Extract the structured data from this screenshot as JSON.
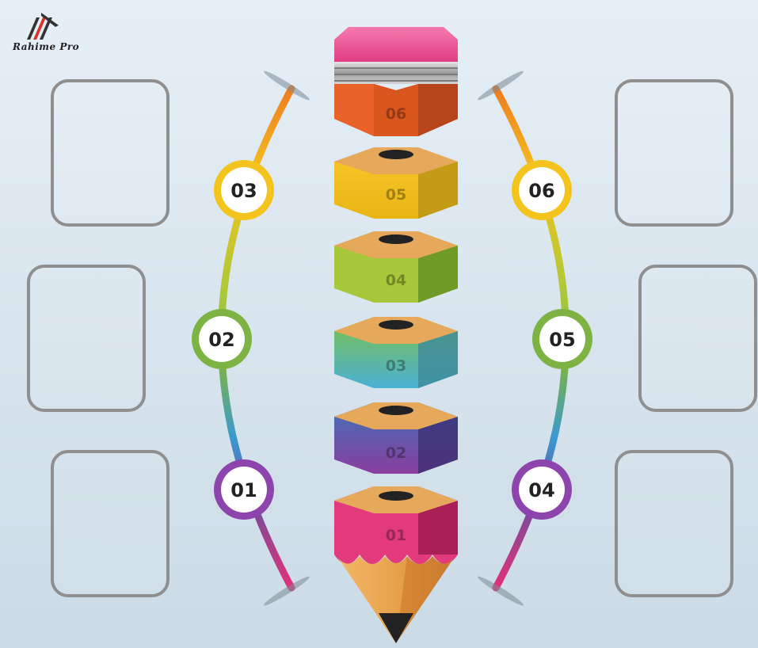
{
  "logo": {
    "text": "Rahime Pro",
    "icon": "triple-slash-roof-logo-icon"
  },
  "segments": [
    {
      "label": "06",
      "part": "eraser",
      "color": "#e8622a",
      "side": "#b6451b"
    },
    {
      "label": "05",
      "part": "hex",
      "color": "#f5c424",
      "side": "#c49b14"
    },
    {
      "label": "04",
      "part": "hex",
      "color": "#b9cf3a",
      "side": "#80a02a"
    },
    {
      "label": "03",
      "part": "hex",
      "color": "#57b7b8",
      "side": "#3d8a9a"
    },
    {
      "label": "02",
      "part": "hex",
      "color": "#6a4f9e",
      "side": "#4a3a80"
    },
    {
      "label": "01",
      "part": "tip",
      "color": "#e23a7d",
      "side": "#b3245d"
    }
  ],
  "badges": [
    {
      "label": "03",
      "color": "#f2b51d"
    },
    {
      "label": "02",
      "color": "#7cb342"
    },
    {
      "label": "01",
      "color": "#8e44ad"
    },
    {
      "label": "06",
      "color": "#f2b51d"
    },
    {
      "label": "05",
      "color": "#7cb342"
    },
    {
      "label": "04",
      "color": "#8e44ad"
    }
  ],
  "colors": {
    "box_border": "#8f8f8f",
    "arc_top": "#ef7d22",
    "arc_yellow": "#f2c41d",
    "arc_green": "#7cb342",
    "arc_blue": "#3a7ab8",
    "arc_purple": "#8e44ad",
    "arc_pink": "#e2317a"
  }
}
